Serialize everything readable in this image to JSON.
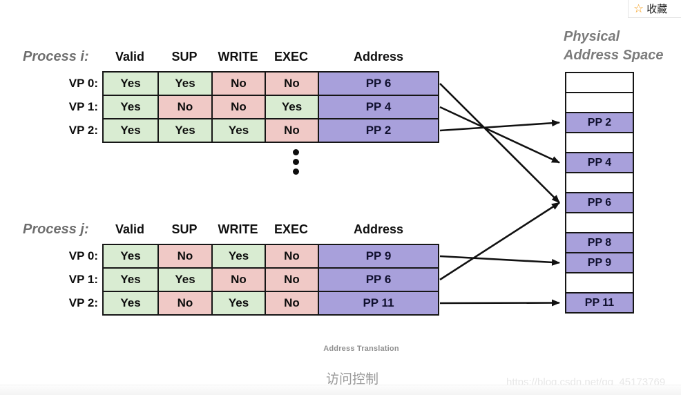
{
  "favorite": {
    "star_icon": "☆",
    "label": "收藏",
    "star_color": "#f59e1d"
  },
  "tables": [
    {
      "id": "i",
      "label": "Process i:",
      "headers": [
        "Valid",
        "SUP",
        "WRITE",
        "EXEC",
        "Address"
      ],
      "rows": [
        {
          "vp": "VP 0:",
          "flags": [
            "Yes",
            "Yes",
            "No",
            "No"
          ],
          "address": "PP 6"
        },
        {
          "vp": "VP 1:",
          "flags": [
            "Yes",
            "No",
            "No",
            "Yes"
          ],
          "address": "PP 4"
        },
        {
          "vp": "VP 2:",
          "flags": [
            "Yes",
            "Yes",
            "Yes",
            "No"
          ],
          "address": "PP 2"
        }
      ]
    },
    {
      "id": "j",
      "label": "Process j:",
      "headers": [
        "Valid",
        "SUP",
        "WRITE",
        "EXEC",
        "Address"
      ],
      "rows": [
        {
          "vp": "VP 0:",
          "flags": [
            "Yes",
            "No",
            "Yes",
            "No"
          ],
          "address": "PP 9"
        },
        {
          "vp": "VP 1:",
          "flags": [
            "Yes",
            "Yes",
            "No",
            "No"
          ],
          "address": "PP 6"
        },
        {
          "vp": "VP 2:",
          "flags": [
            "Yes",
            "No",
            "Yes",
            "No"
          ],
          "address": "PP 11"
        }
      ]
    }
  ],
  "physical": {
    "title": [
      "Physical",
      "Address Space"
    ],
    "cells": [
      "",
      "",
      "PP 2",
      "",
      "PP 4",
      "",
      "PP 6",
      "",
      "PP 8",
      "PP 9",
      "",
      "PP 11"
    ]
  },
  "mappings": [
    {
      "process": "i",
      "row": 0,
      "pp_index": 6,
      "target": "PP 6"
    },
    {
      "process": "i",
      "row": 1,
      "pp_index": 4,
      "target": "PP 4"
    },
    {
      "process": "i",
      "row": 2,
      "pp_index": 2,
      "target": "PP 2"
    },
    {
      "process": "j",
      "row": 0,
      "pp_index": 9,
      "target": "PP 9"
    },
    {
      "process": "j",
      "row": 1,
      "pp_index": 6,
      "target": "PP 6"
    },
    {
      "process": "j",
      "row": 2,
      "pp_index": 11,
      "target": "PP 11"
    }
  ],
  "colors": {
    "yes": "#d9ecd2",
    "no": "#f0c9c6",
    "page_frame": "#a8a0db",
    "arrow": "#111111"
  },
  "ellipsis_dot_count": 3,
  "captions": {
    "address_translation": "Address Translation",
    "bottom_title": "访问控制",
    "watermark": "https://blog.csdn.net/qq_45173769"
  }
}
